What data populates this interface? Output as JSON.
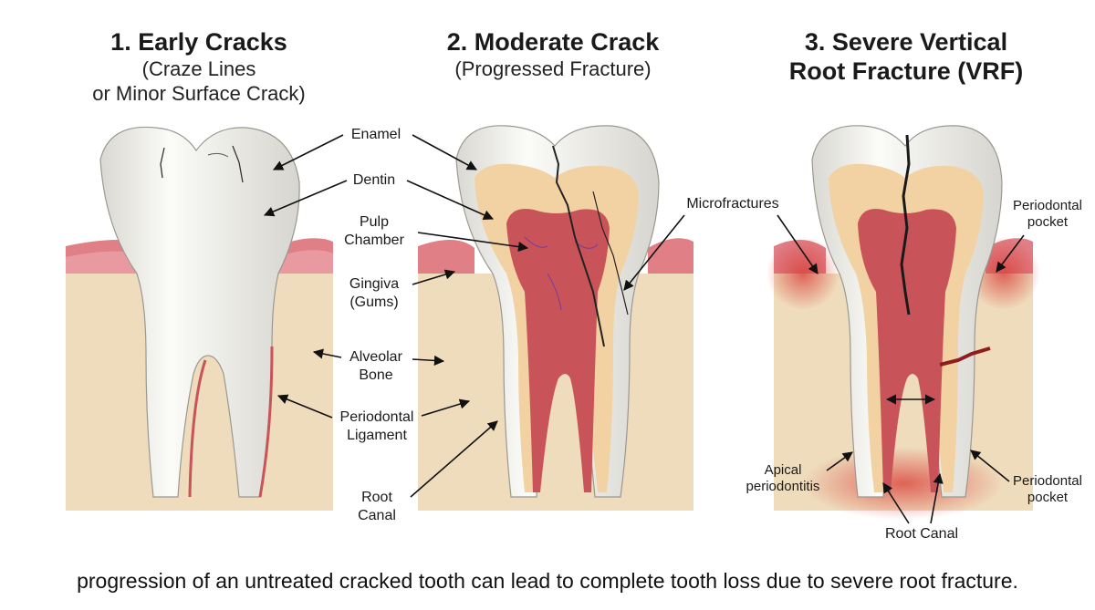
{
  "panels": [
    {
      "title": "1. Early Cracks",
      "subtitle_lines": [
        "(Craze Lines",
        "or Minor Surface Crack)"
      ]
    },
    {
      "title": "2. Moderate Crack",
      "subtitle_lines": [
        "(Progressed Fracture)"
      ]
    },
    {
      "title_lines": [
        "3. Severe Vertical",
        "Root Fracture (VRF)"
      ]
    }
  ],
  "labels": {
    "enamel": "Enamel",
    "dentin": "Dentin",
    "pulp_chamber": [
      "Pulp",
      "Chamber"
    ],
    "gingiva": [
      "Gingiva",
      "(Gums)"
    ],
    "alveolar_bone": [
      "Alveolar",
      "Bone"
    ],
    "periodontal_ligament": [
      "Periodontal",
      "Ligament"
    ],
    "root_canal": [
      "Root",
      "Canal"
    ],
    "microfractures": "Microfractures",
    "periodontal_pocket_top": [
      "Periodontal",
      "pocket"
    ],
    "periodontal_pocket_bottom": [
      "Periodontal",
      "pocket"
    ],
    "apical_periodontitis": [
      "Apical",
      "periodontitis"
    ],
    "root_canal_3": "Root Canal"
  },
  "caption": "progression of an untreated cracked tooth can lead to complete tooth loss due to severe root fracture.",
  "colors": {
    "gum": "#e07f86",
    "gum_light": "#f2b3b5",
    "bone": "#efdcbc",
    "bone_pore": "#c99f6c",
    "enamel": "#f4f3ee",
    "dentin": "#f2d2a2",
    "pulp": "#c8545a",
    "inflammation": "#d83a35"
  }
}
